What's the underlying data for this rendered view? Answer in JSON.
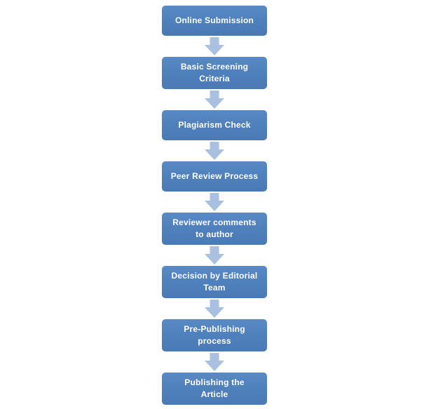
{
  "flowchart": {
    "type": "vertical-process",
    "node_color": "#4f81bd",
    "node_color_light": "#5a8ac6",
    "node_color_dark": "#4a7ab4",
    "arrow_color": "#a9c0e0",
    "text_color": "#ffffff",
    "background_color": "#ffffff",
    "steps": [
      {
        "label": "Online Submission"
      },
      {
        "label": "Basic Screening\nCriteria"
      },
      {
        "label": "Plagiarism Check"
      },
      {
        "label": "Peer Review Process"
      },
      {
        "label": "Reviewer comments\nto author"
      },
      {
        "label": "Decision by Editorial\nTeam"
      },
      {
        "label": "Pre-Publishing\nprocess"
      },
      {
        "label": "Publishing the\nArticle"
      }
    ]
  }
}
